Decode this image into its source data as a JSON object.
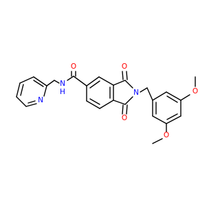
{
  "colors": {
    "bond": "#000000",
    "carbon": "#000000",
    "oxygen": "#ff0000",
    "nitrogen": "#0000ff",
    "background": "#ffffff"
  },
  "atom_labels": {
    "o_amide": "O",
    "n_amide": "N",
    "h_amide": "H",
    "n_pyridine": "N",
    "o_imide_top": "O",
    "n_imide": "N",
    "o_imide_bottom": "O",
    "o_methoxy_upper": "O",
    "o_methoxy_lower": "O"
  }
}
